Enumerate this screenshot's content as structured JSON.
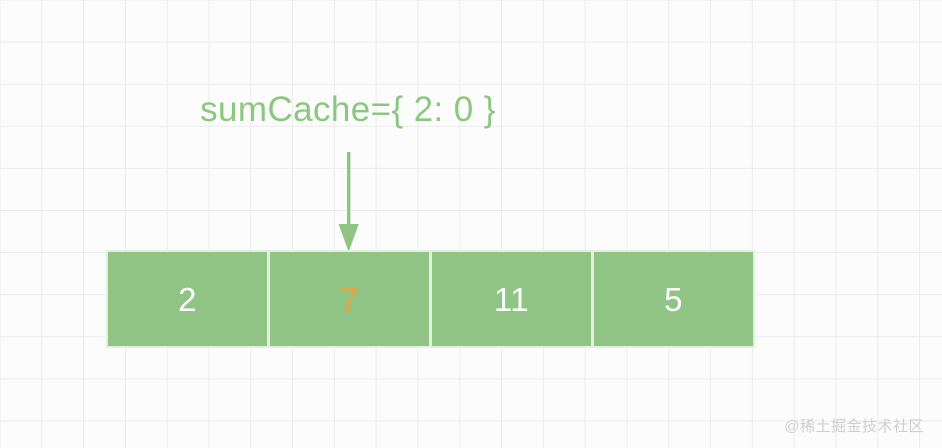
{
  "diagram": {
    "title_label": "sumCache={ 2: 0 }",
    "pointer": {
      "icon": "down-arrow-icon",
      "target_index": 1,
      "color": "#8fc485"
    },
    "array": {
      "cells": [
        {
          "value": "2",
          "highlighted": false
        },
        {
          "value": "7",
          "highlighted": true
        },
        {
          "value": "11",
          "highlighted": false
        },
        {
          "value": "5",
          "highlighted": false
        }
      ],
      "cell_color": "#8fc485",
      "cell_border_color": "#e2f0dd",
      "value_color": "#ffffff",
      "highlight_color": "#e8a33d"
    }
  },
  "watermark": {
    "text": "@稀土掘金技术社区",
    "color": "#cfcfcf"
  },
  "canvas": {
    "background_color": "#fcfcfc",
    "grid_color": "#ececec"
  }
}
